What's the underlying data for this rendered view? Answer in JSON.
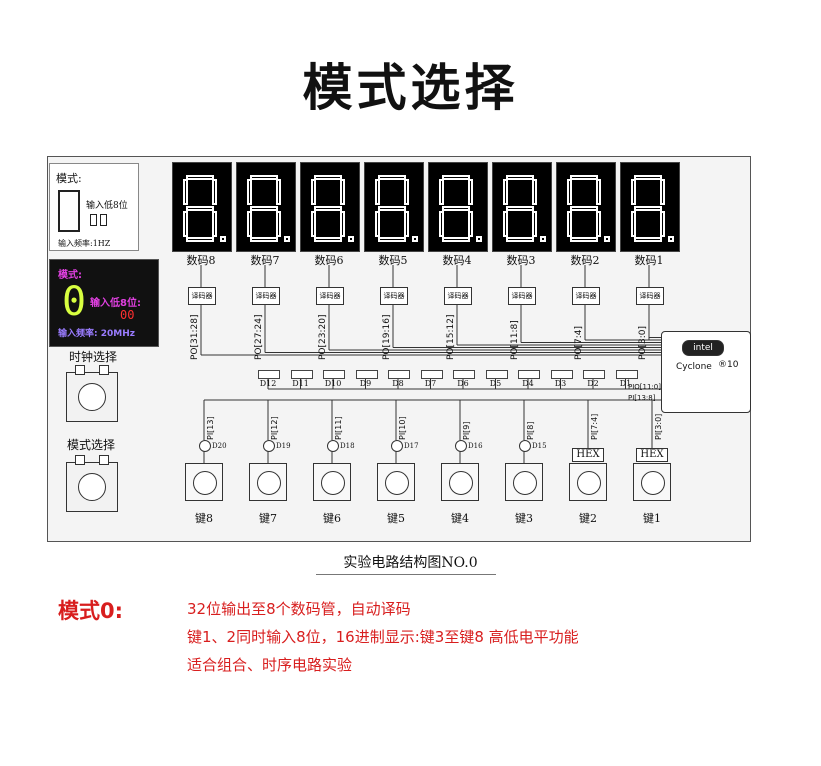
{
  "title": "模式选择",
  "mode_box": {
    "label": "模式:",
    "input_low": "输入低8位",
    "freq": "输入频率:1HZ"
  },
  "lcd": {
    "label": "模式:",
    "digit": "0",
    "input_low": "输入低8位:",
    "input_low_value": "00",
    "freq": "输入频率: 20MHz"
  },
  "displays": [
    {
      "label": "数码8",
      "bus": "PO[31:28]"
    },
    {
      "label": "数码7",
      "bus": "PO[27:24]"
    },
    {
      "label": "数码6",
      "bus": "PO[23:20]"
    },
    {
      "label": "数码5",
      "bus": "PO[19:16]"
    },
    {
      "label": "数码4",
      "bus": "PO[15:12]"
    },
    {
      "label": "数码3",
      "bus": "PO[11:8]"
    },
    {
      "label": "数码2",
      "bus": "PO[7:4]"
    },
    {
      "label": "数码1",
      "bus": "PO[3:0]"
    }
  ],
  "decoder_label": "译码器",
  "leds": [
    "D12",
    "D11",
    "D10",
    "D9",
    "D8",
    "D7",
    "D6",
    "D5",
    "D4",
    "D3",
    "D2",
    "D1"
  ],
  "pio_label": "PIO[11:0]",
  "pi_bus_label": "PI[13:8]",
  "fpga": {
    "logo": "intel",
    "name": "Cyclone",
    "suffix": "®10"
  },
  "clock_select": "时钟选择",
  "mode_select": "模式选择",
  "keys": [
    {
      "label": "键8",
      "pi": "PI[13]",
      "d": "D20"
    },
    {
      "label": "键7",
      "pi": "PI[12]",
      "d": "D19"
    },
    {
      "label": "键6",
      "pi": "PI[11]",
      "d": "D18"
    },
    {
      "label": "键5",
      "pi": "PI[10]",
      "d": "D17"
    },
    {
      "label": "键4",
      "pi": "PI[9]",
      "d": "D16"
    },
    {
      "label": "键3",
      "pi": "PI[8]",
      "d": "D15"
    },
    {
      "label": "键2",
      "pi": "PI[7:4]",
      "hex": "HEX"
    },
    {
      "label": "键1",
      "pi": "PI[3:0]",
      "hex": "HEX"
    }
  ],
  "caption": "实验电路结构图NO.0",
  "mode_name": "模式0:",
  "description": [
    "32位输出至8个数码管，自动译码",
    "键1、2同时输入8位，16进制显示:键3至键8 高低电平功能",
    "适合组合、时序电路实验"
  ]
}
